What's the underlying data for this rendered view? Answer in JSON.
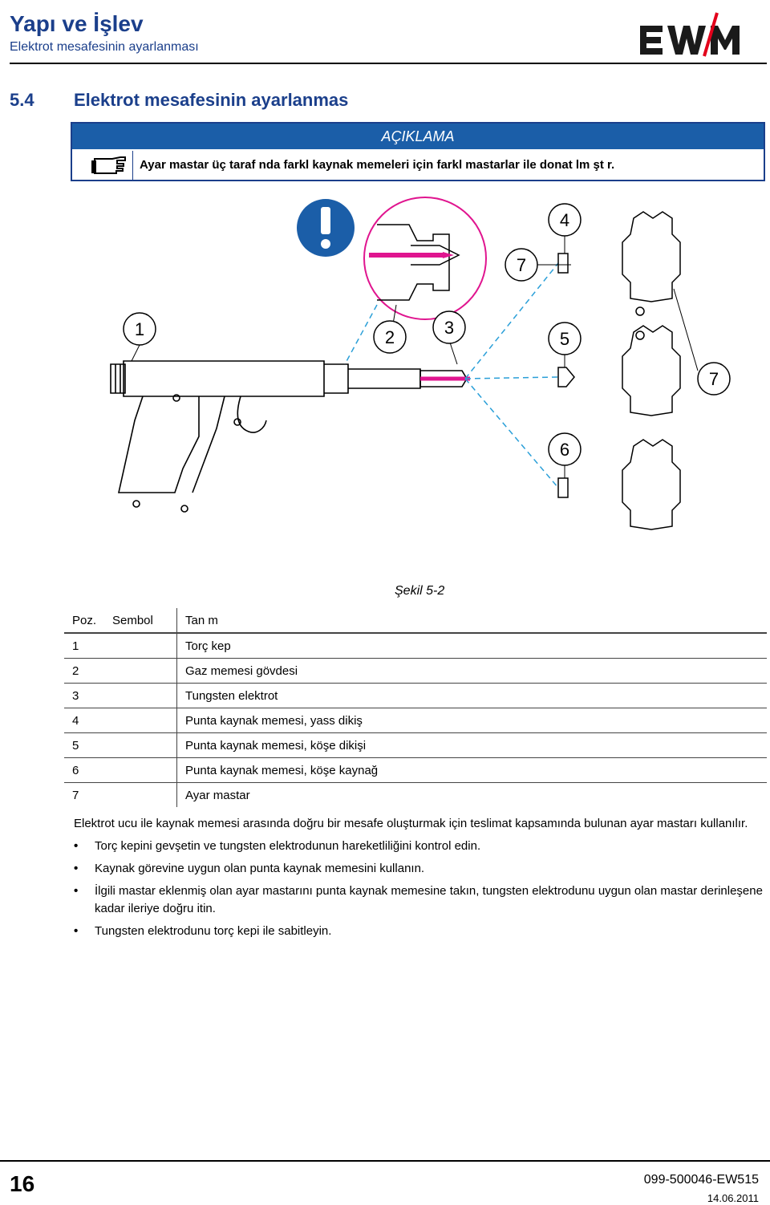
{
  "header": {
    "title": "Yapı ve İşlev",
    "subtitle": "Elektrot mesafesinin ayarlanması",
    "logo_text": "ewm"
  },
  "section": {
    "number": "5.4",
    "title": "Elektrot mesafesinin ayarlanmas"
  },
  "note": {
    "heading": "AÇIKLAMA",
    "icon": "pointing-hand-icon",
    "text": "Ayar mastar  üç taraf nda farkl  kaynak memeleri için farkl  mastarlar ile donat lm şt r."
  },
  "figure": {
    "callouts": [
      "1",
      "2",
      "3",
      "4",
      "5",
      "6",
      "7",
      "7"
    ],
    "caption": "Şekil 5-2",
    "colors": {
      "accent_magenta": "#e0158f",
      "dashed_blue": "#2a9fd8",
      "warning_blue": "#1b5ea8"
    }
  },
  "table": {
    "headers": [
      "Poz.",
      "Sembol",
      "Tan m"
    ],
    "rows": [
      [
        "1",
        "",
        "Torç kep"
      ],
      [
        "2",
        "",
        "Gaz memesi gövdesi"
      ],
      [
        "3",
        "",
        "Tungsten elektrot"
      ],
      [
        "4",
        "",
        "Punta kaynak memesi, yass  dikiş"
      ],
      [
        "5",
        "",
        "Punta kaynak memesi, köşe dikişi"
      ],
      [
        "6",
        "",
        "Punta kaynak memesi, köşe kaynağ"
      ],
      [
        "7",
        "",
        "Ayar mastar"
      ]
    ]
  },
  "body": {
    "intro": "Elektrot ucu ile kaynak memesi arasında doğru bir mesafe oluşturmak için teslimat kapsamında bulunan ayar mastarı kullanılır.",
    "bullets": [
      "Torç kepini gevşetin ve tungsten elektrodunun hareketliliğini kontrol edin.",
      "Kaynak görevine uygun olan punta kaynak memesini kullanın.",
      "İlgili mastar eklenmiş olan ayar mastarını punta kaynak memesine takın, tungsten elektrodunu uygun olan mastar derinleşene kadar ileriye doğru itin.",
      "Tungsten elektrodunu torç kepi ile sabitleyin."
    ]
  },
  "footer": {
    "page_number": "16",
    "doc_number": "099-500046-EW515",
    "date": "14.06.2011"
  }
}
